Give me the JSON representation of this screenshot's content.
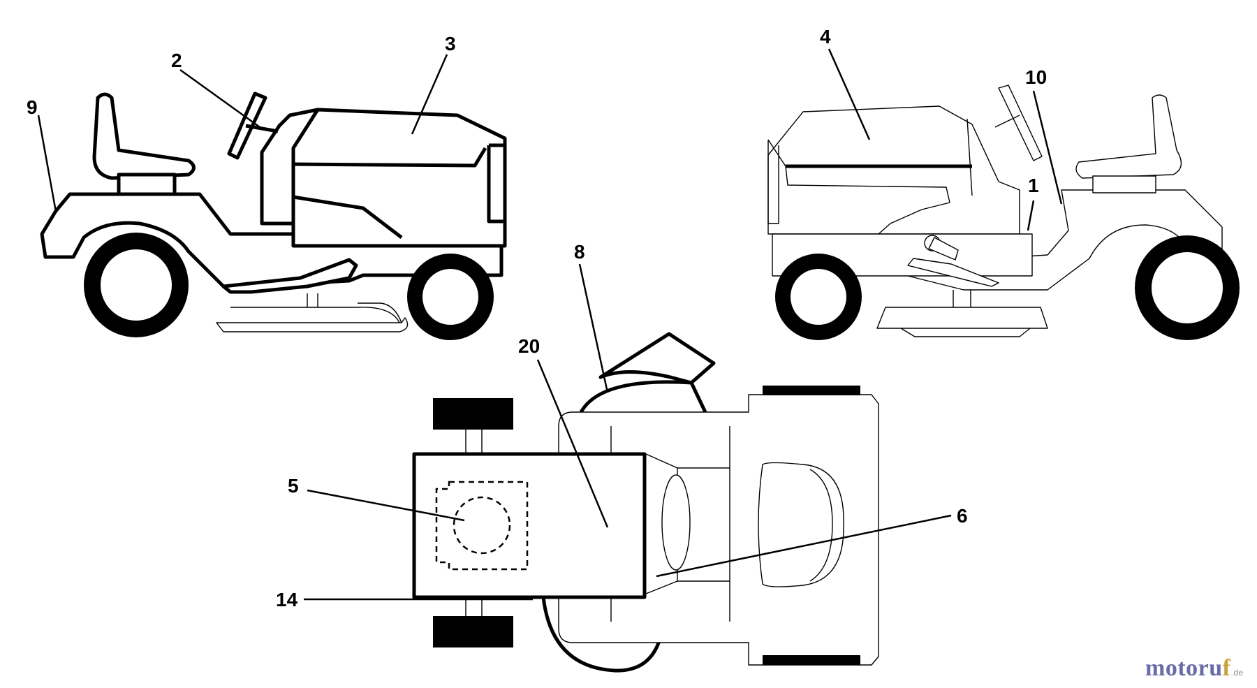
{
  "callouts": {
    "c1": "1",
    "c2": "2",
    "c3": "3",
    "c4": "4",
    "c5": "5",
    "c6": "6",
    "c8": "8",
    "c9": "9",
    "c10": "10",
    "c14": "14",
    "c20": "20"
  },
  "logo": {
    "part1": "motoru",
    "part2": "f",
    "suffix": ".de"
  }
}
